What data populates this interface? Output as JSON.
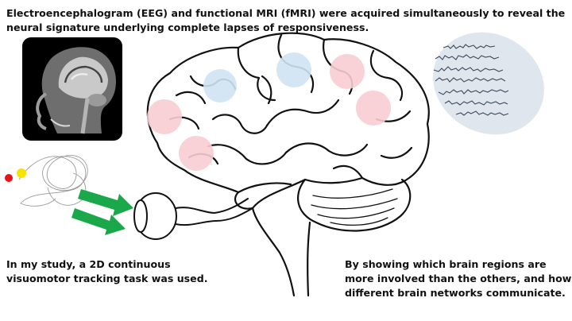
{
  "headline": {
    "line1": "Electroencephalogram (EEG) and functional MRI (fMRI)  were acquired simultaneously to reveal the",
    "line2": "neural signature underlying complete lapses of responsiveness."
  },
  "captions": {
    "study_line1": "In my study, a 2D continuous",
    "study_line2": "visuomotor tracking task was used.",
    "regions_line1": "By showing which brain regions are",
    "regions_line2": "more involved than the others, and how",
    "regions_line3": "different brain networks communicate."
  },
  "colors": {
    "activation_blue": "#cfe3f2",
    "activation_red": "#f7cdd2",
    "arrow_green": "#1aa84a",
    "target_red": "#e8121b",
    "cursor_yellow": "#f4e400",
    "eeg_panel": "#dfe6ee",
    "mri_background": "#000000"
  },
  "icons": {
    "mri_scan": "mri-sagittal-head-icon",
    "eeg": "eeg-waveform-icon",
    "brain": "brain-outline-icon",
    "eye": "eye-icon",
    "tracking": "tracking-path-icon"
  }
}
